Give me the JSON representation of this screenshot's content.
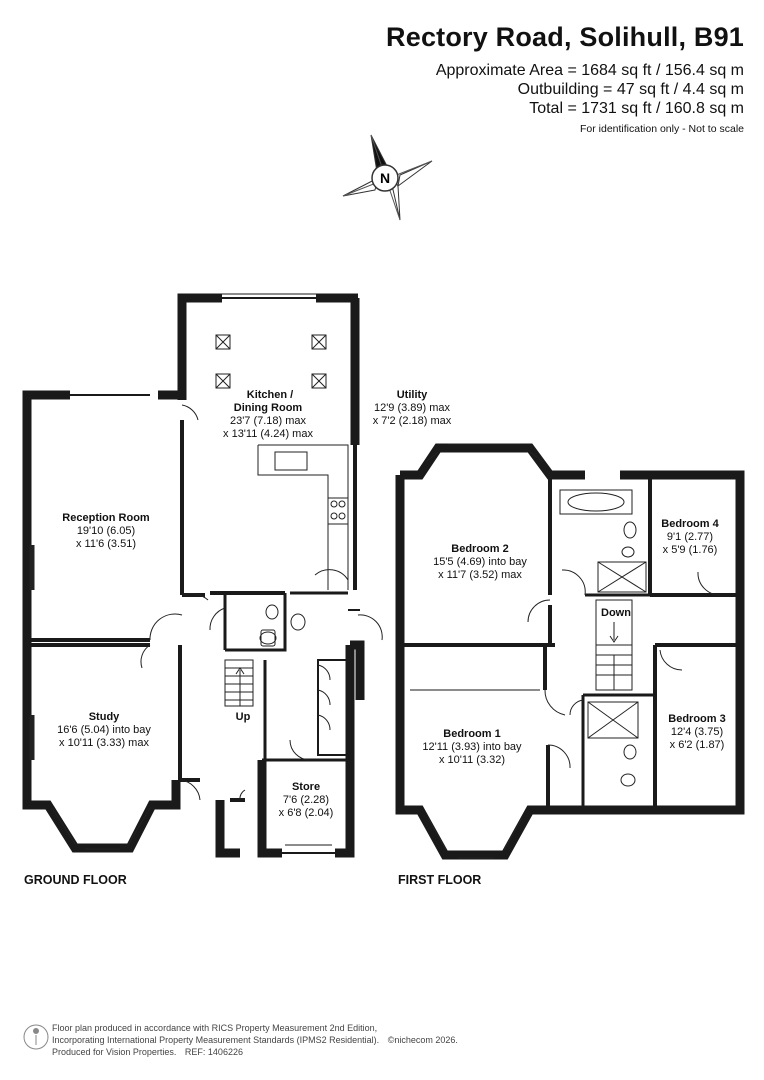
{
  "header": {
    "title": "Rectory Road, Solihull, B91",
    "area_main": "Approximate Area = 1684 sq ft / 156.4 sq m",
    "area_outbuilding": "Outbuilding = 47 sq ft / 4.4 sq m",
    "area_total": "Total = 1731 sq ft / 160.8 sq m",
    "disclaimer": "For identification only - Not to scale"
  },
  "compass": {
    "letter": "N"
  },
  "ground_floor": {
    "label": "GROUND FLOOR",
    "kitchen": {
      "name1": "Kitchen /",
      "name2": "Dining Room",
      "dim1": "23'7 (7.18) max",
      "dim2": "x 13'11 (4.24) max"
    },
    "utility": {
      "name": "Utility",
      "dim1": "12'9 (3.89) max",
      "dim2": "x 7'2 (2.18) max"
    },
    "reception": {
      "name": "Reception Room",
      "dim1": "19'10 (6.05)",
      "dim2": "x 11'6 (3.51)"
    },
    "study": {
      "name": "Study",
      "dim1": "16'6 (5.04) into bay",
      "dim2": "x 10'11 (3.33) max"
    },
    "store": {
      "name": "Store",
      "dim1": "7'6 (2.28)",
      "dim2": "x 6'8 (2.04)"
    },
    "stairs_label": "Up"
  },
  "first_floor": {
    "label": "FIRST FLOOR",
    "bedroom2": {
      "name": "Bedroom 2",
      "dim1": "15'5 (4.69) into bay",
      "dim2": "x 11'7 (3.52) max"
    },
    "bedroom4": {
      "name": "Bedroom 4",
      "dim1": "9'1 (2.77)",
      "dim2": "x 5'9 (1.76)"
    },
    "bedroom1": {
      "name": "Bedroom 1",
      "dim1": "12'11 (3.93) into bay",
      "dim2": "x 10'11 (3.32)"
    },
    "bedroom3": {
      "name": "Bedroom 3",
      "dim1": "12'4 (3.75)",
      "dim2": "x 6'2 (1.87)"
    },
    "stairs_label": "Down"
  },
  "footer": {
    "line1": "Floor plan produced in accordance with RICS Property Measurement 2nd Edition,",
    "line2": "Incorporating International Property Measurement Standards (IPMS2 Residential).",
    "copyright": "©nichecom 2026.",
    "line3": "Produced for Vision Properties.",
    "ref": "REF: 1406226"
  },
  "colors": {
    "wall": "#1a1a1a",
    "background": "#ffffff",
    "line": "#222222"
  }
}
